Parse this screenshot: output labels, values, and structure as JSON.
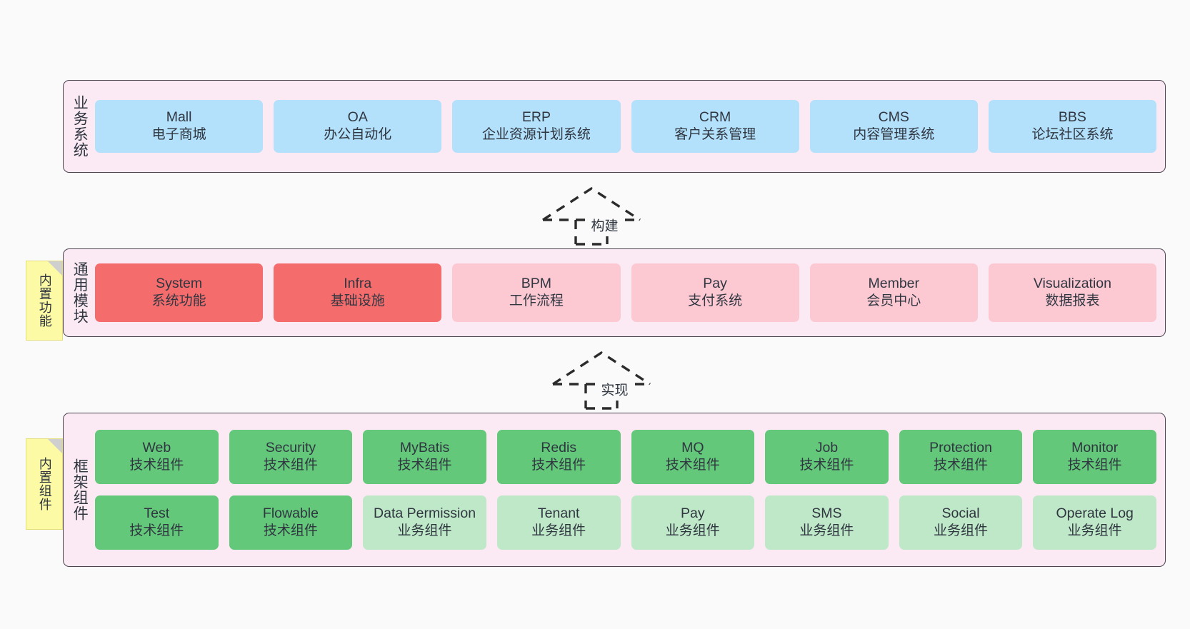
{
  "theme": {
    "background": "#fafafa",
    "panel_fill": "#fbeaf4",
    "panel_border": "#4a4550",
    "blue": "#b3e0fb",
    "red": "#f56c6c",
    "pink": "#fcc9d3",
    "green": "#64c87a",
    "light_green": "#bfe8c8",
    "note_yellow": "#fcfaa4",
    "text": "#2f3640"
  },
  "layers": {
    "business": {
      "label": "业务系统",
      "cards": [
        {
          "title": "Mall",
          "subtitle": "电子商城"
        },
        {
          "title": "OA",
          "subtitle": "办公自动化"
        },
        {
          "title": "ERP",
          "subtitle": "企业资源计划系统"
        },
        {
          "title": "CRM",
          "subtitle": "客户关系管理"
        },
        {
          "title": "CMS",
          "subtitle": "内容管理系统"
        },
        {
          "title": "BBS",
          "subtitle": "论坛社区系统"
        }
      ]
    },
    "modules": {
      "label": "通用模块",
      "note": "内置功能",
      "cards": [
        {
          "title": "System",
          "subtitle": "系统功能",
          "color": "red"
        },
        {
          "title": "Infra",
          "subtitle": "基础设施",
          "color": "red"
        },
        {
          "title": "BPM",
          "subtitle": "工作流程",
          "color": "pink"
        },
        {
          "title": "Pay",
          "subtitle": "支付系统",
          "color": "pink"
        },
        {
          "title": "Member",
          "subtitle": "会员中心",
          "color": "pink"
        },
        {
          "title": "Visualization",
          "subtitle": "数据报表",
          "color": "pink"
        }
      ]
    },
    "framework": {
      "label": "框架组件",
      "note": "内置组件",
      "row1": [
        {
          "title": "Web",
          "subtitle": "技术组件",
          "color": "green"
        },
        {
          "title": "Security",
          "subtitle": "技术组件",
          "color": "green"
        },
        {
          "title": "MyBatis",
          "subtitle": "技术组件",
          "color": "green"
        },
        {
          "title": "Redis",
          "subtitle": "技术组件",
          "color": "green"
        },
        {
          "title": "MQ",
          "subtitle": "技术组件",
          "color": "green"
        },
        {
          "title": "Job",
          "subtitle": "技术组件",
          "color": "green"
        },
        {
          "title": "Protection",
          "subtitle": "技术组件",
          "color": "green"
        },
        {
          "title": "Monitor",
          "subtitle": "技术组件",
          "color": "green"
        }
      ],
      "row2": [
        {
          "title": "Test",
          "subtitle": "技术组件",
          "color": "green"
        },
        {
          "title": "Flowable",
          "subtitle": "技术组件",
          "color": "green"
        },
        {
          "title": "Data Permission",
          "subtitle": "业务组件",
          "color": "lgreen"
        },
        {
          "title": "Tenant",
          "subtitle": "业务组件",
          "color": "lgreen"
        },
        {
          "title": "Pay",
          "subtitle": "业务组件",
          "color": "lgreen"
        },
        {
          "title": "SMS",
          "subtitle": "业务组件",
          "color": "lgreen"
        },
        {
          "title": "Social",
          "subtitle": "业务组件",
          "color": "lgreen"
        },
        {
          "title": "Operate Log",
          "subtitle": "业务组件",
          "color": "lgreen"
        }
      ]
    }
  },
  "arrows": [
    {
      "label": "构建",
      "name": "arrow-build"
    },
    {
      "label": "实现",
      "name": "arrow-implement"
    }
  ]
}
